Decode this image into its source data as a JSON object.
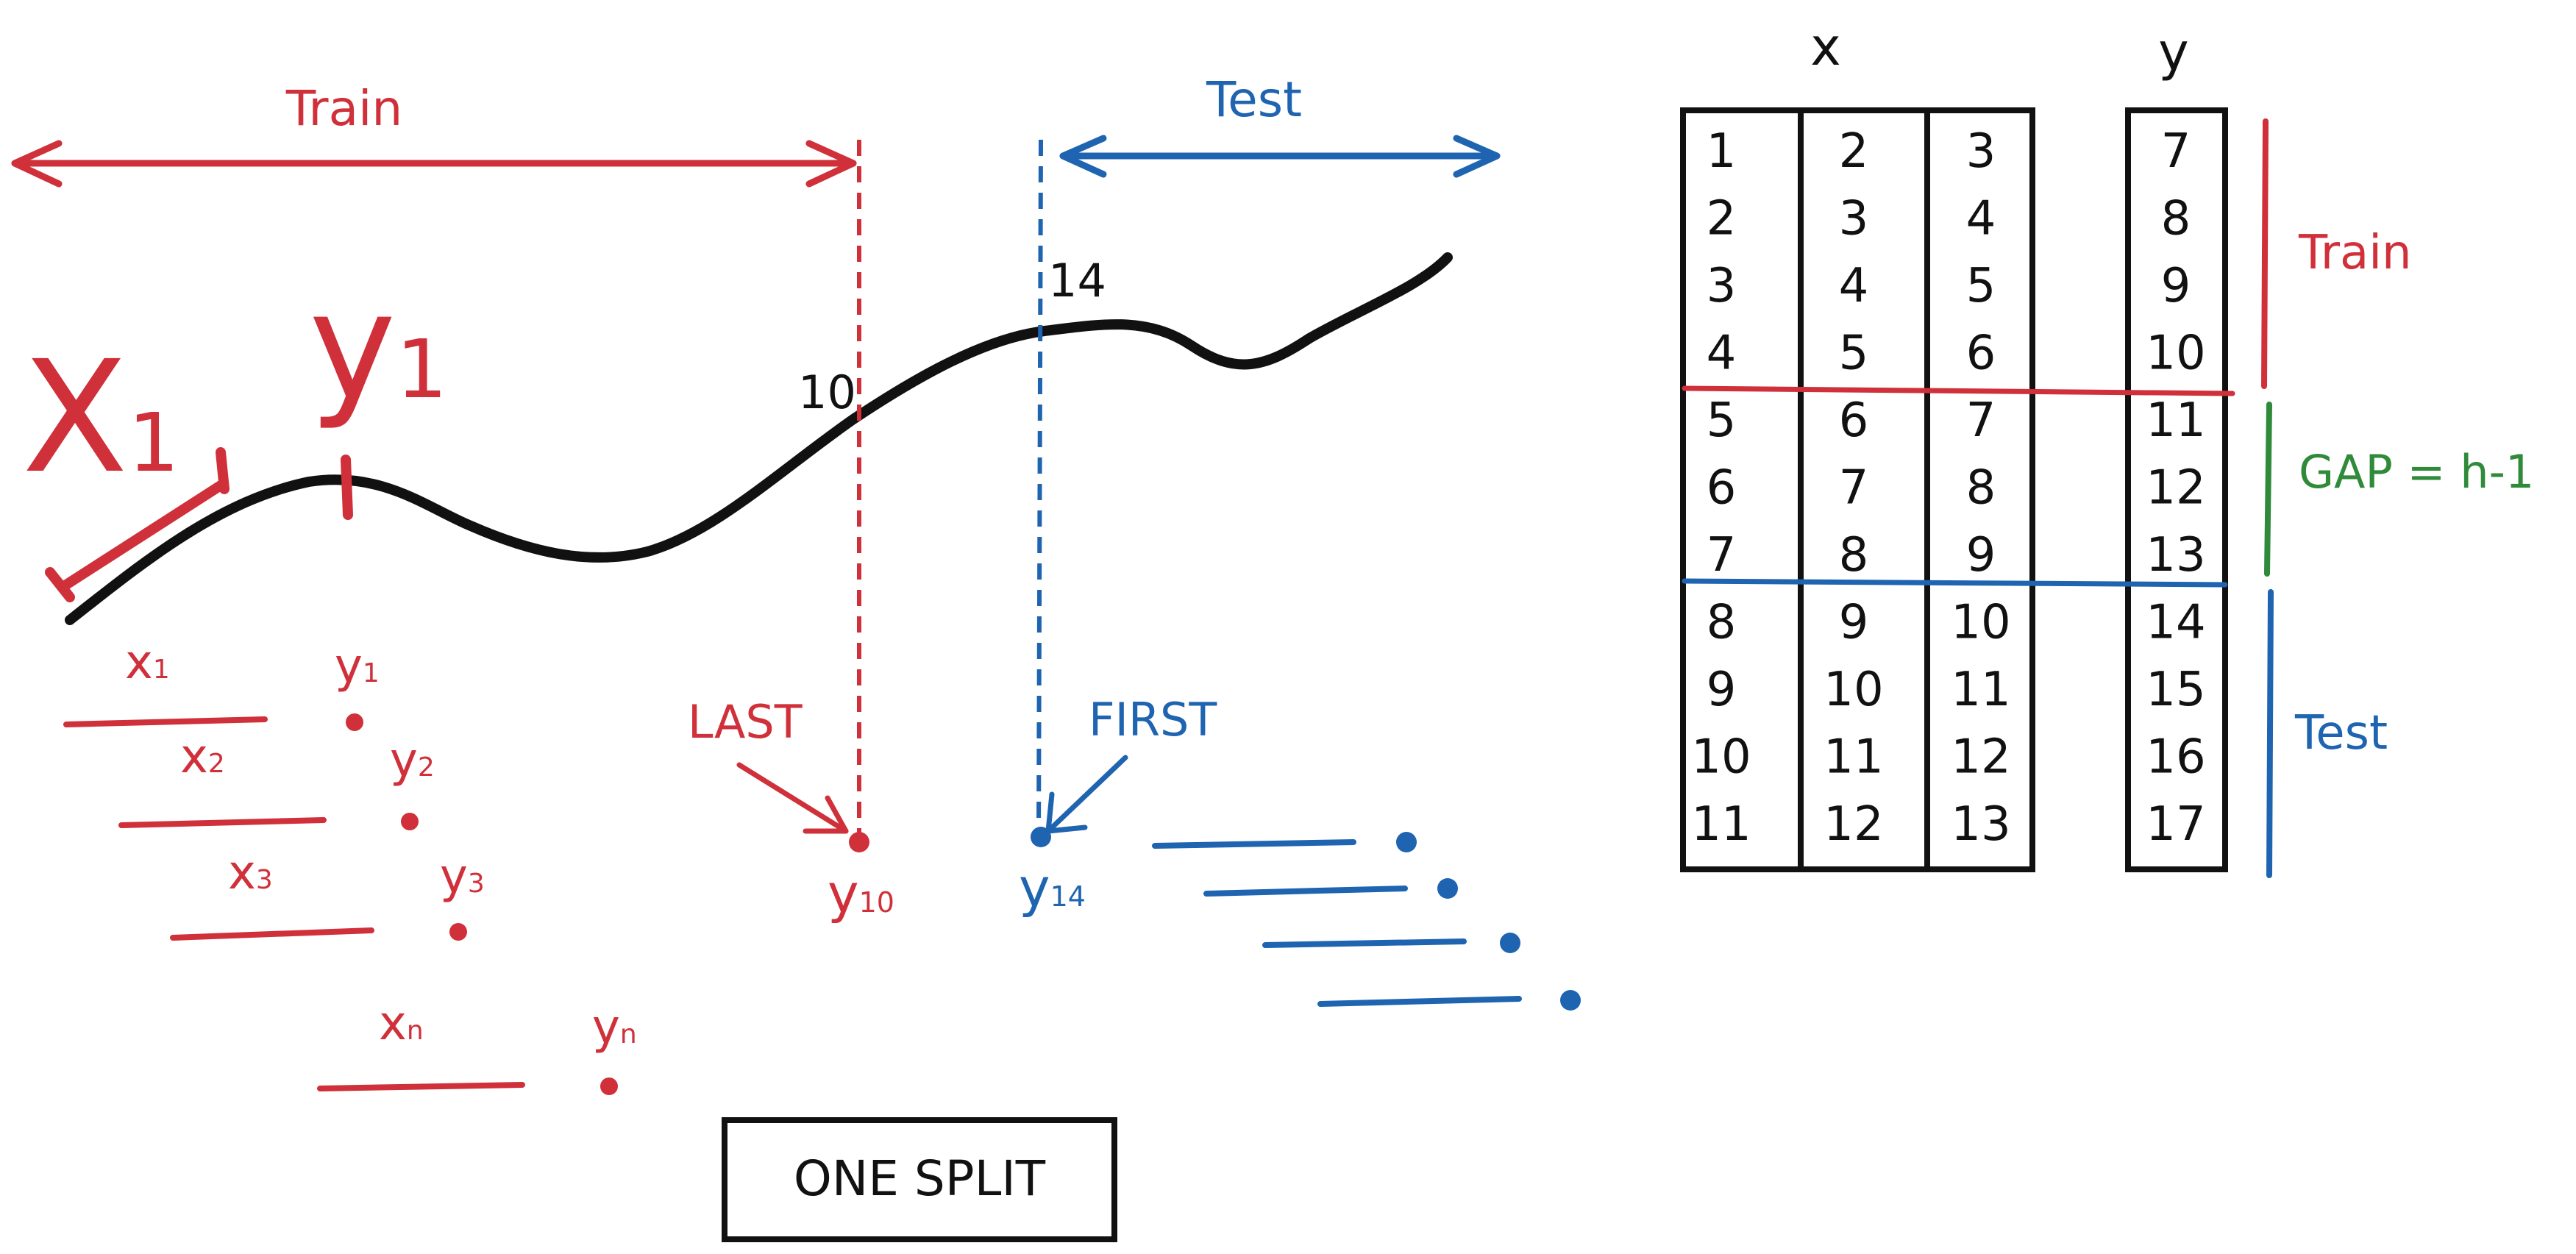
{
  "colors": {
    "train": "#d0303a",
    "test": "#1f64b0",
    "gap": "#2f8a3a",
    "ink": "#111111"
  },
  "labels": {
    "train_top": "Train",
    "test_top": "Test",
    "big_x": "X",
    "big_x_sub": "1",
    "big_y": "y",
    "big_y_sub": "1",
    "curve_10": "10",
    "curve_14": "14",
    "last": "LAST",
    "first": "FIRST",
    "y10": "y",
    "y10_sub": "10",
    "y14": "y",
    "y14_sub": "14",
    "one_split": "ONE SPLIT"
  },
  "windows": [
    {
      "x": "x",
      "x_sub": "1",
      "y": "y",
      "y_sub": "1"
    },
    {
      "x": "x",
      "x_sub": "2",
      "y": "y",
      "y_sub": "2"
    },
    {
      "x": "x",
      "x_sub": "3",
      "y": "y",
      "y_sub": "3"
    },
    {
      "x": "x",
      "x_sub": "n",
      "y": "y",
      "y_sub": "n"
    }
  ],
  "matrix": {
    "x_header": "x",
    "y_header": "y",
    "rows": [
      [
        "1",
        "2",
        "3",
        "7"
      ],
      [
        "2",
        "3",
        "4",
        "8"
      ],
      [
        "3",
        "4",
        "5",
        "9"
      ],
      [
        "4",
        "5",
        "6",
        "10"
      ],
      [
        "5",
        "6",
        "7",
        "11"
      ],
      [
        "6",
        "7",
        "8",
        "12"
      ],
      [
        "7",
        "8",
        "9",
        "13"
      ],
      [
        "8",
        "9",
        "10",
        "14"
      ],
      [
        "9",
        "10",
        "11",
        "15"
      ],
      [
        "10",
        "11",
        "12",
        "16"
      ],
      [
        "11",
        "12",
        "13",
        "17"
      ]
    ],
    "section_train": "Train",
    "section_gap": "GAP = h-1",
    "section_test": "Test"
  }
}
